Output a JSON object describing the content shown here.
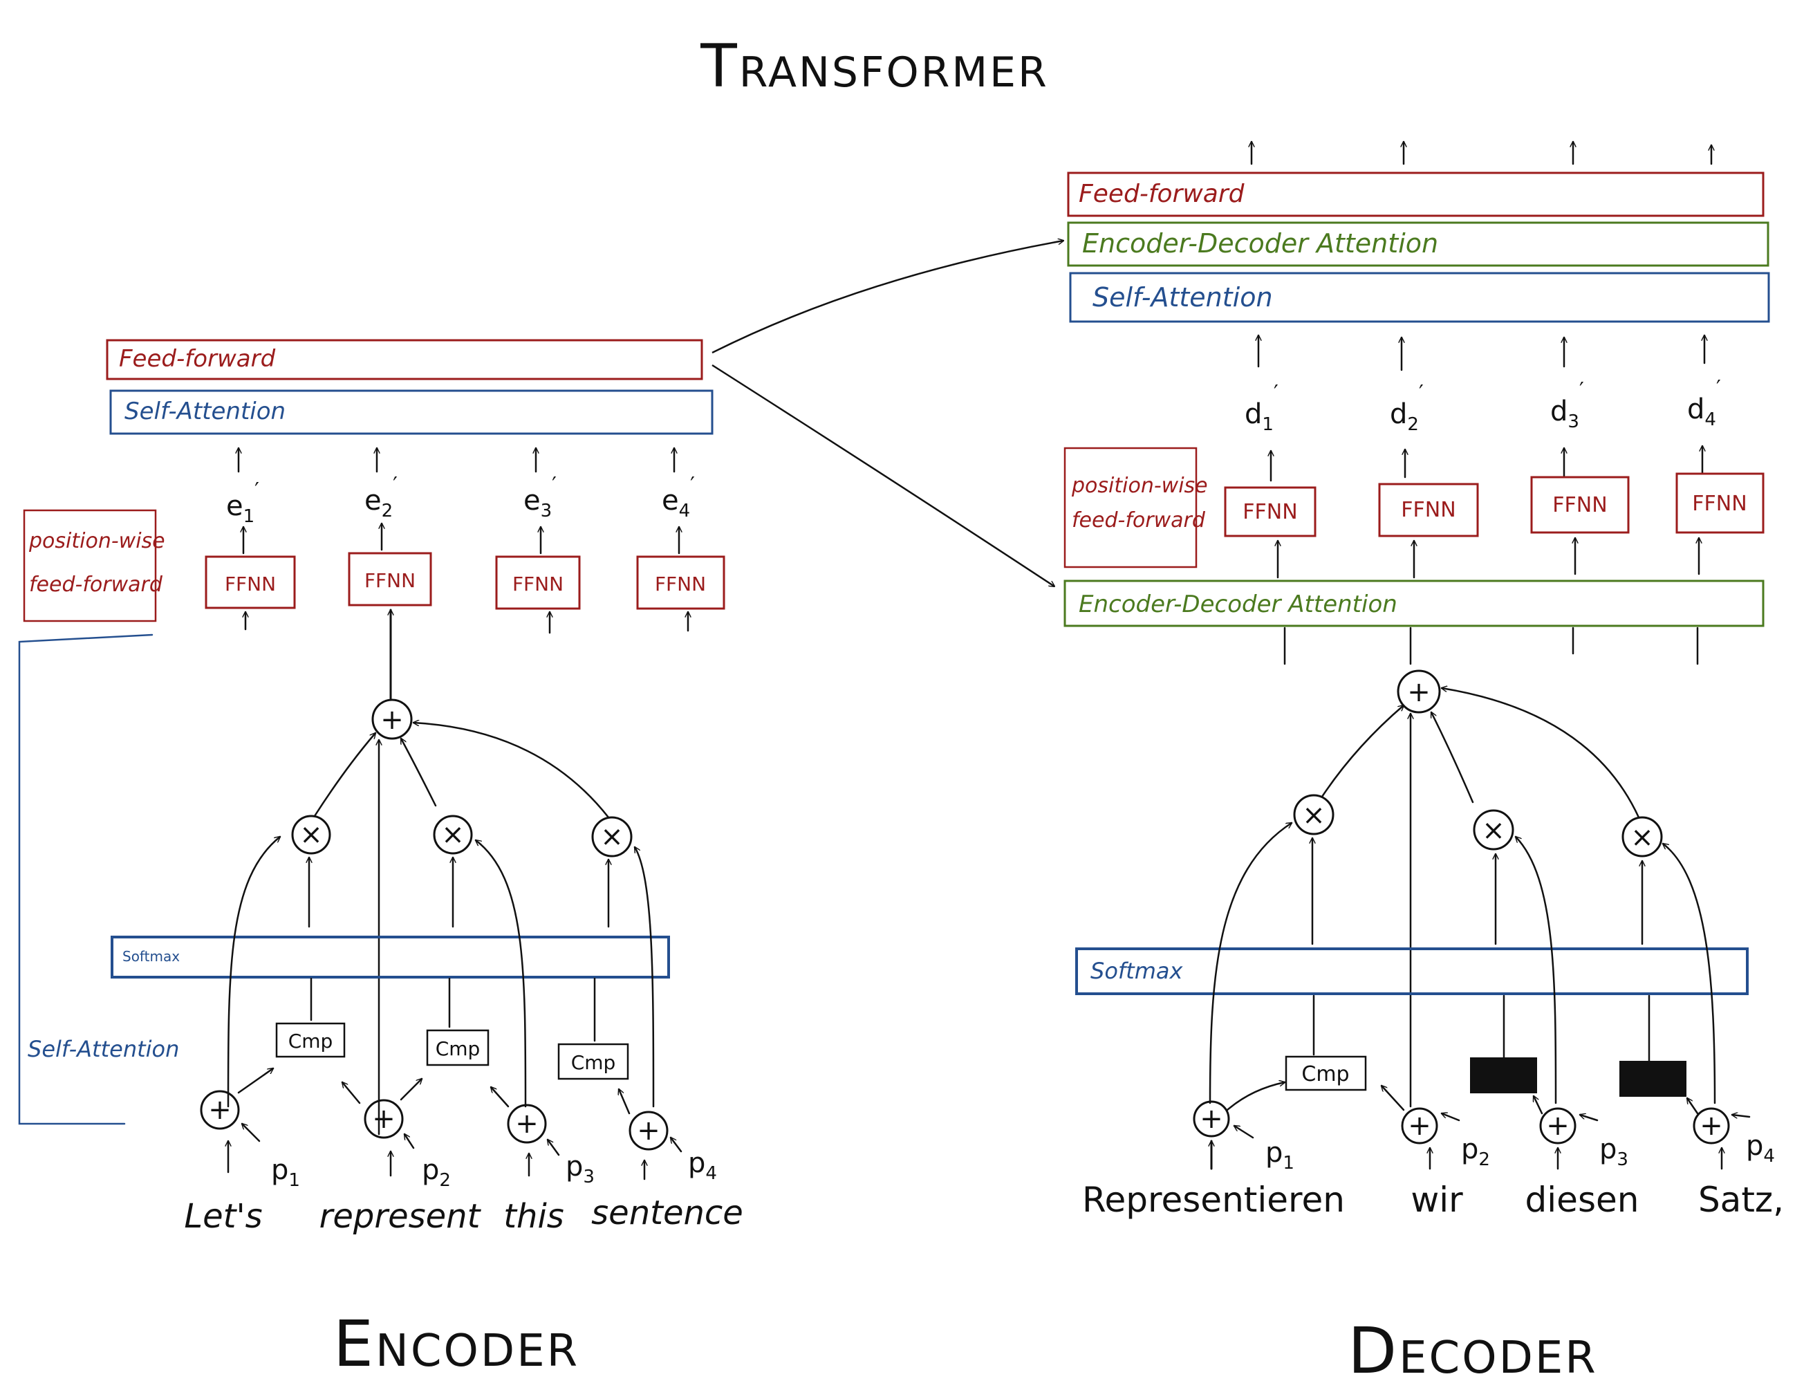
{
  "title": "Transformer",
  "colors": {
    "ink": "#111111",
    "red": "#9b1c1c",
    "blue": "#244f8f",
    "green": "#4b7a1f"
  },
  "encoder": {
    "label": "Encoder",
    "feed_forward": "Feed-forward",
    "self_attention": "Self-Attention",
    "position_wise_line1": "position-wise",
    "position_wise_line2": "feed-forward",
    "ffnn": [
      "FFNN",
      "FFNN",
      "FFNN",
      "FFNN"
    ],
    "outputs": [
      {
        "base": "e",
        "sub": "1",
        "sup": "′"
      },
      {
        "base": "e",
        "sub": "2",
        "sup": "′"
      },
      {
        "base": "e",
        "sub": "3",
        "sup": "′"
      },
      {
        "base": "e",
        "sub": "4",
        "sup": "′"
      }
    ],
    "softmax": "Softmax",
    "self_attention_bracket": "Self-Attention",
    "cmp": [
      "Cmp",
      "Cmp",
      "Cmp"
    ],
    "positions": [
      {
        "base": "p",
        "sub": "1"
      },
      {
        "base": "p",
        "sub": "2"
      },
      {
        "base": "p",
        "sub": "3"
      },
      {
        "base": "p",
        "sub": "4"
      }
    ],
    "words": [
      "Let's",
      "represent",
      "this",
      "sentence"
    ]
  },
  "decoder": {
    "label": "Decoder",
    "feed_forward": "Feed-forward",
    "enc_dec_attention": "Encoder-Decoder Attention",
    "self_attention": "Self-Attention",
    "outputs": [
      {
        "base": "d",
        "sub": "1",
        "sup": "′"
      },
      {
        "base": "d",
        "sub": "2",
        "sup": "′"
      },
      {
        "base": "d",
        "sub": "3",
        "sup": "′"
      },
      {
        "base": "d",
        "sub": "4",
        "sup": "′"
      }
    ],
    "position_wise_line1": "position-wise",
    "position_wise_line2": "feed-forward",
    "ffnn": [
      "FFNN",
      "FFNN",
      "FFNN",
      "FFNN"
    ],
    "enc_dec_attention_lower": "Encoder-Decoder Attention",
    "softmax": "Softmax",
    "cmp": "Cmp",
    "positions": [
      {
        "base": "p",
        "sub": "1"
      },
      {
        "base": "p",
        "sub": "2"
      },
      {
        "base": "p",
        "sub": "3"
      },
      {
        "base": "p",
        "sub": "4"
      }
    ],
    "words": [
      "Representieren",
      "wir",
      "diesen",
      "Satz,"
    ]
  }
}
